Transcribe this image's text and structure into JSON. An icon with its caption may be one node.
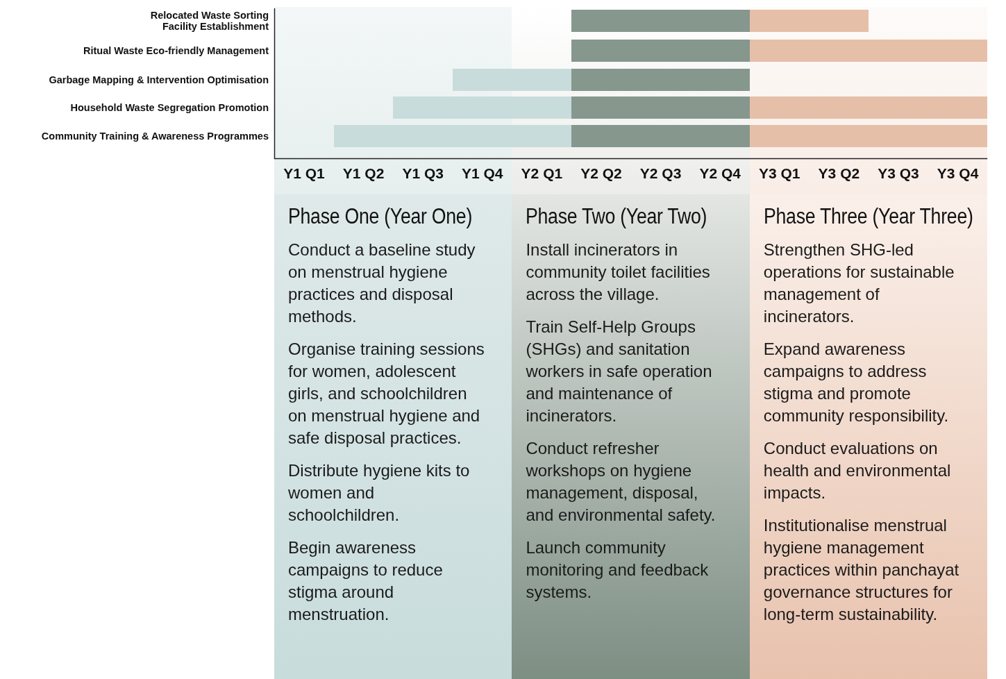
{
  "diagram": {
    "nodes": [
      {
        "text": [
          "Phase One (Year One)",
          "Conduct a baseline study on menstrual hygiene practices and disposal methods.",
          "Organise training sessions for women, adolescent girls, and schoolchildren on menstrual hygiene and safe disposal practices.",
          "Distribute hygiene kits to women and schoolchildren.",
          "Begin awareness campaigns to reduce stigma around menstruation."
        ]
      },
      {
        "text": [
          "Phase Two (Year Two)",
          "Install incinerators in community toilet facilities across the village.",
          "Train Self-Help Groups (SHGs) and sanitation workers in safe operation and maintenance of incinerators.",
          "Conduct refresher workshops on hygiene management, disposal, and environmental safety.",
          "Launch community monitoring and feedback systems."
        ]
      },
      {
        "text": [
          "Phase Three (Year Three)",
          "Strengthen SHG-led operations for sustainable management of incinerators.",
          "Expand awareness campaigns to address stigma and promote community responsibility.",
          "Conduct evaluations on health and environmental impacts.",
          "Institutionalise menstrual hygiene management practices within panchayat governance structures for long-term sustainability."
        ]
      }
    ],
    "edges": [],
    "labels": [
      "Relocated Waste Sorting Facility Establishment",
      "Ritual Waste Eco-friendly Management",
      "Garbage Mapping & Intervention Optimisation",
      "Household Waste Segregation Promotion",
      "Community Training & Awareness Programmes",
      "Y1 Q1",
      "Y1 Q2",
      "Y1 Q3",
      "Y1 Q4",
      "Y2 Q1",
      "Y2 Q2",
      "Y2 Q3",
      "Y2 Q4",
      "Y3 Q1",
      "Y3 Q2",
      "Y3 Q3",
      "Y3 Q4"
    ]
  }
}
